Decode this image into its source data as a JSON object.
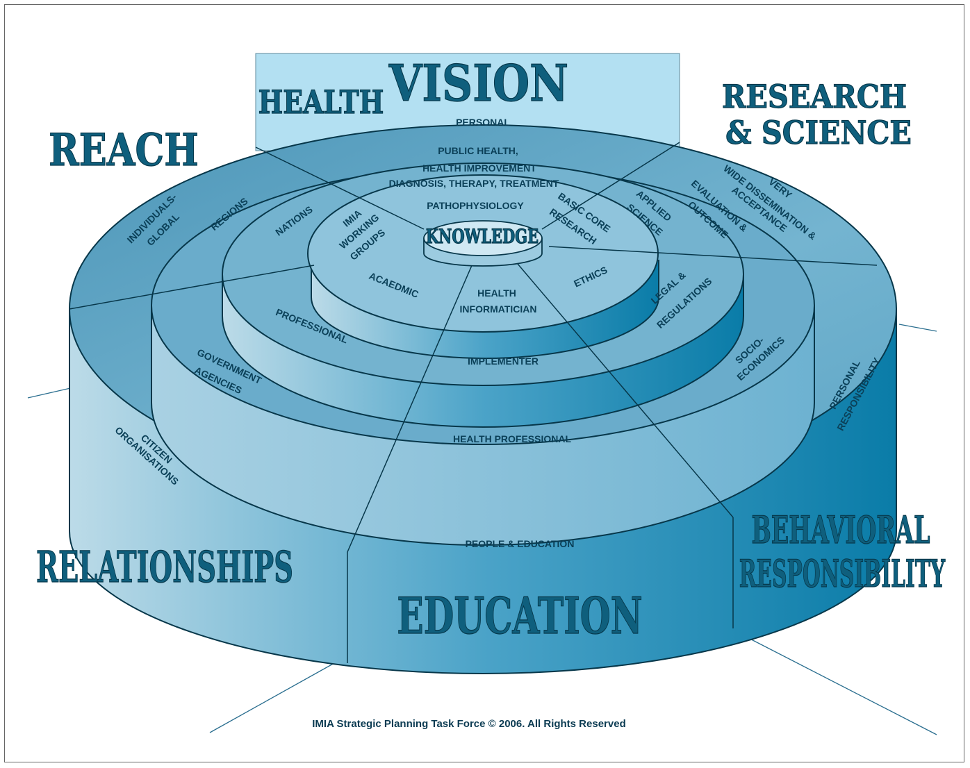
{
  "headings": {
    "vision": "VISION",
    "health": "HEALTH",
    "research_line1": "RESEARCH",
    "research_line2": "& SCIENCE",
    "reach": "REACH",
    "relationships": "RELATIONSHIPS",
    "education": "EDUCATION",
    "behavioral_line1": "BEHAVIORAL",
    "behavioral_line2": "RESPONSIBILITY"
  },
  "center": "KNOWLEDGE",
  "vision_labels": {
    "personal": "PERSONAL",
    "public_health_1": "PUBLIC HEALTH,",
    "public_health_2": "HEALTH IMPROVEMENT",
    "diagnosis": "DIAGNOSIS, THERAPY, TREATMENT",
    "pathophysiology": "PATHOPHYSIOLOGY"
  },
  "research_labels": {
    "basic_1": "BASIC CORE",
    "basic_2": "RESEARCH",
    "applied_1": "APPLIED",
    "applied_2": "SCIENCE",
    "evaluation_1": "EVALUATION &",
    "evaluation_2": "OUTCOME",
    "wide_1": "VERY",
    "wide_2": "WIDE DISSEMINATION &",
    "wide_3": "ACCEPTANCE"
  },
  "reach_labels": {
    "individuals_1": "INDIVIDUALS-",
    "individuals_2": "GLOBAL",
    "regions": "REGIONS",
    "nations": "NATIONS",
    "imia_1": "IMIA",
    "imia_2": "WORKING",
    "imia_3": "GROUPS"
  },
  "relationship_labels": {
    "academic": "ACAEDMIC",
    "professional": "PROFESSIONAL",
    "government_1": "GOVERNMENT",
    "government_2": "AGENCIES",
    "citizen_1": "CITIZEN",
    "citizen_2": "ORGANISATIONS"
  },
  "education_labels": {
    "informatician_1": "HEALTH",
    "informatician_2": "INFORMATICIAN",
    "implementer": "IMPLEMENTER",
    "health_professional": "HEALTH PROFESSIONAL",
    "people": "PEOPLE & EDUCATION"
  },
  "behavioral_labels": {
    "ethics": "ETHICS",
    "legal_1": "LEGAL &",
    "legal_2": "REGULATIONS",
    "socio_1": "SOCIO-",
    "socio_2": "ECONOMICS",
    "personal_1": "PERSONAL",
    "personal_2": "RESPONSIBILITY"
  },
  "footer": "IMIA Strategic Planning Task Force © 2006. All Rights Reserved",
  "colors": {
    "dark_blue": "#0f5f7d",
    "light_box": "#b3e0f2",
    "top_face": "#7fb5d0",
    "outline": "#07374a"
  }
}
